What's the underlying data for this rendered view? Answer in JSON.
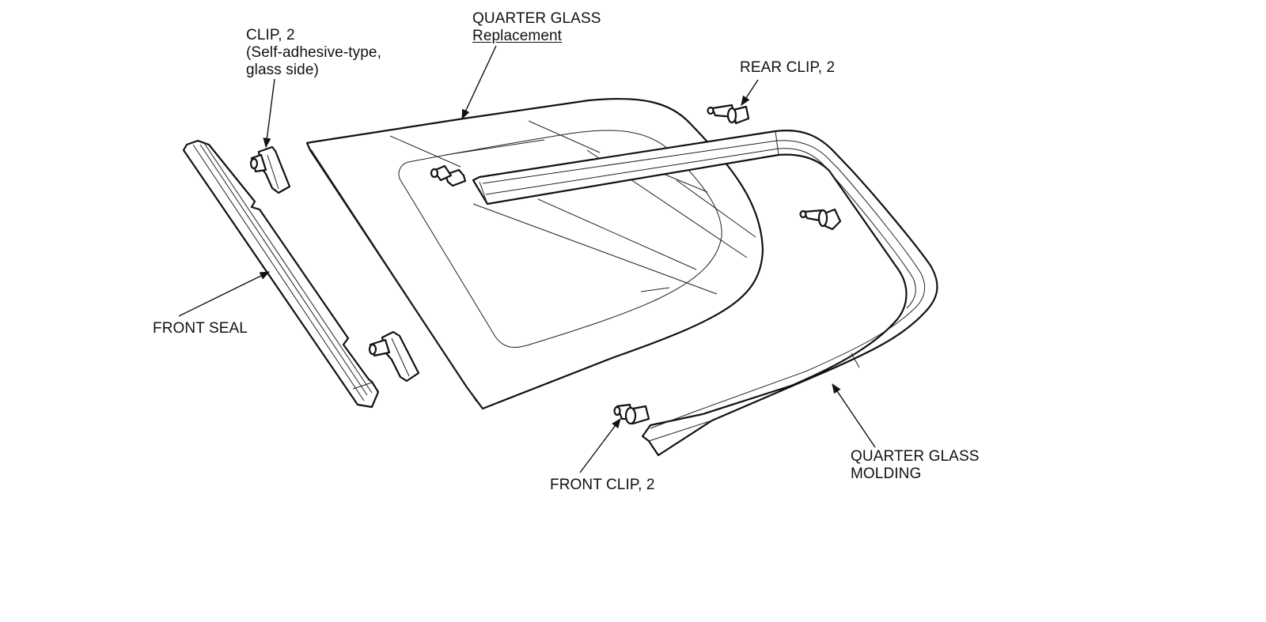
{
  "labels": {
    "quarter_glass": {
      "line1": "QUARTER GLASS",
      "line2": "Replacement"
    },
    "clip_self_adhesive": {
      "line1": "CLIP, 2",
      "line2": "(Self-adhesive-type,",
      "line3": "glass side)"
    },
    "rear_clip": "REAR CLIP, 2",
    "front_seal": "FRONT SEAL",
    "front_clip": "FRONT CLIP, 2",
    "quarter_glass_molding": {
      "line1": "QUARTER GLASS",
      "line2": "MOLDING"
    }
  }
}
